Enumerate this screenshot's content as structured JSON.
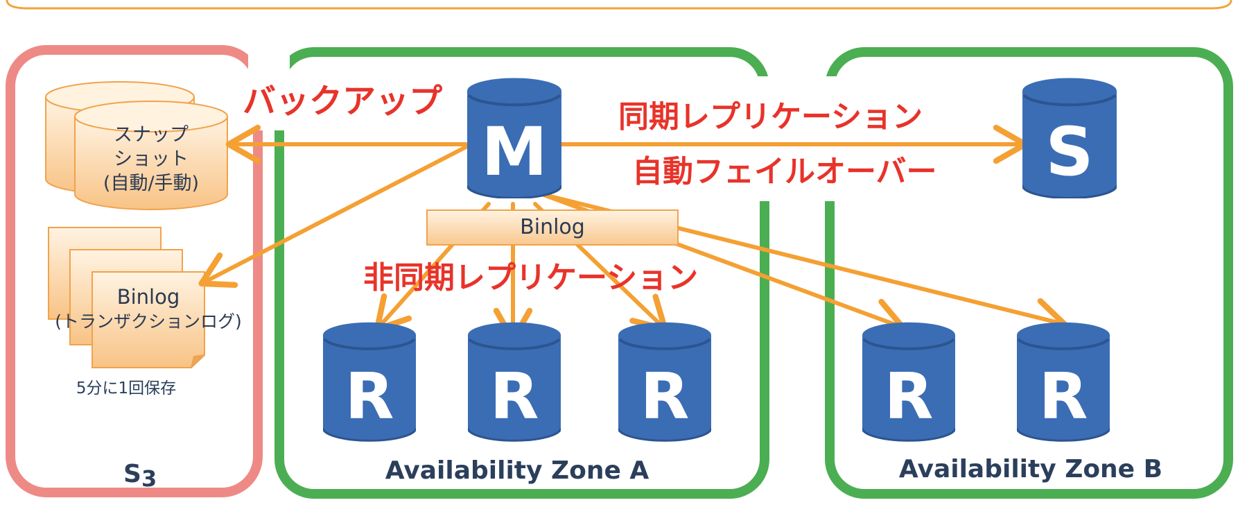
{
  "colors": {
    "s3_border": "#ee8a86",
    "zone_border": "#4cae52",
    "arrow": "#f4a033",
    "db_blue": "#3b6db5",
    "label_red": "#e8332a",
    "zone_text": "#2b3f5c",
    "snapshot_fill": "#fbd6a4"
  },
  "labels": {
    "backup": "バックアップ",
    "sync_replication": "同期レプリケーション",
    "auto_failover": "自動フェイルオーバー",
    "async_replication": "非同期レプリケーション"
  },
  "nodes": {
    "master": "M",
    "standby": "S",
    "replica": "R",
    "binlog_bar": "Binlog"
  },
  "s3": {
    "title_main": "S",
    "title_sub": "3",
    "snapshot_line1": "スナップ",
    "snapshot_line2": "ショット",
    "snapshot_line3": "(自動/手動)",
    "binlog_title": "Binlog",
    "binlog_sub": "(トランザクションログ)",
    "interval": "5分に1回保存"
  },
  "zones": {
    "a": "Availability Zone A",
    "b": "Availability Zone B"
  }
}
